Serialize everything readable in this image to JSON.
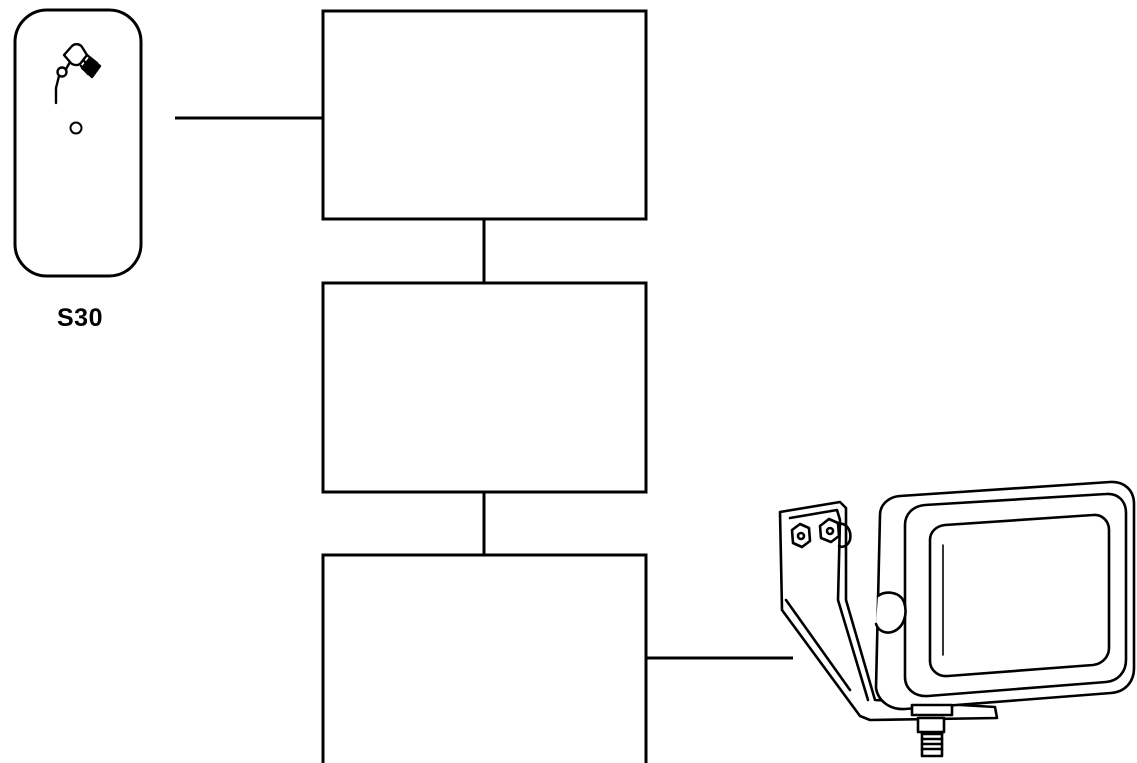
{
  "switch": {
    "label": "S30",
    "icon": "work-light-switch-icon"
  },
  "blocks": [
    {
      "id": "block-1",
      "label": ""
    },
    {
      "id": "block-2",
      "label": ""
    },
    {
      "id": "block-3",
      "label": ""
    }
  ],
  "lamp": {
    "icon": "work-lamp-icon"
  },
  "colors": {
    "stroke": "#000000",
    "background": "#ffffff"
  }
}
